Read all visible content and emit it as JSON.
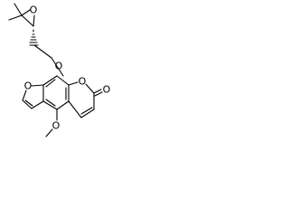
{
  "molecule": {
    "atoms": {
      "epoxide_o": "O",
      "ether_o_top": "O",
      "furan_o": "O",
      "lactone_ring_o": "O",
      "carbonyl_o": "O",
      "methoxy_o": "O"
    }
  }
}
